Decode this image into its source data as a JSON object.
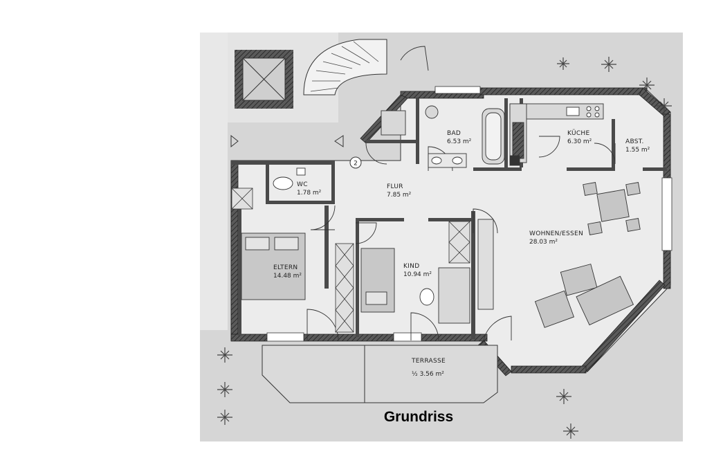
{
  "caption": "Grundriss",
  "colors": {
    "paper": "#ffffff",
    "garden": "#d6d6d6",
    "wall": "#4a4a4a",
    "floor": "#ececec",
    "furniture": "#c2c2c2",
    "line": "#333333"
  },
  "rooms": {
    "bad": {
      "label": "BAD",
      "area": "6.53 m²"
    },
    "kueche": {
      "label": "KÜCHE",
      "area": "6.30 m²"
    },
    "abst": {
      "label": "ABST.",
      "area": "1.55 m²"
    },
    "wc": {
      "label": "WC",
      "area": "1.78 m²"
    },
    "flur": {
      "label": "FLUR",
      "area": "7.85 m²"
    },
    "wohnen": {
      "label": "WOHNEN/ESSEN",
      "area": "28.03 m²"
    },
    "eltern": {
      "label": "ELTERN",
      "area": "14.48 m²"
    },
    "kind": {
      "label": "KIND",
      "area": "10.94 m²"
    },
    "terrasse": {
      "label": "TERRASSE",
      "area": "½  3.56 m²"
    }
  },
  "door_marker": "2"
}
